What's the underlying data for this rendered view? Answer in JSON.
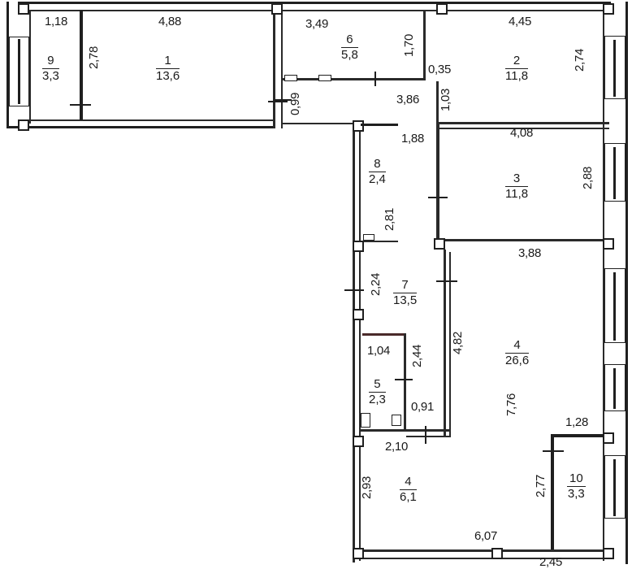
{
  "plan": {
    "rooms": [
      {
        "id": "room-1",
        "number": "1",
        "area": "13,6"
      },
      {
        "id": "room-2",
        "number": "2",
        "area": "11,8"
      },
      {
        "id": "room-3",
        "number": "3",
        "area": "11,8"
      },
      {
        "id": "room-4",
        "number": "4",
        "area": "26,6"
      },
      {
        "id": "room-4b",
        "number": "4",
        "area": "6,1"
      },
      {
        "id": "room-5",
        "number": "5",
        "area": "2,3"
      },
      {
        "id": "room-6",
        "number": "6",
        "area": "5,8"
      },
      {
        "id": "room-7",
        "number": "7",
        "area": "13,5"
      },
      {
        "id": "room-8",
        "number": "8",
        "area": "2,4"
      },
      {
        "id": "room-9",
        "number": "9",
        "area": "3,3"
      },
      {
        "id": "room-10",
        "number": "10",
        "area": "3,3"
      }
    ],
    "dimensions": {
      "d_1_18": "1,18",
      "d_4_88": "4,88",
      "d_2_78": "2,78",
      "d_3_49": "3,49",
      "d_1_70": "1,70",
      "d_4_45": "4,45",
      "d_2_74": "2,74",
      "d_0_35": "0,35",
      "d_0_99": "0,99",
      "d_3_86": "3,86",
      "d_1_03": "1,03",
      "d_1_88": "1,88",
      "d_4_08": "4,08",
      "d_2_88": "2,88",
      "d_2_81": "2,81",
      "d_3_88": "3,88",
      "d_2_24": "2,24",
      "d_4_82": "4,82",
      "d_1_04": "1,04",
      "d_2_44": "2,44",
      "d_0_91": "0,91",
      "d_7_76": "7,76",
      "d_1_28": "1,28",
      "d_2_10": "2,10",
      "d_2_93": "2,93",
      "d_2_77": "2,77",
      "d_6_07": "6,07",
      "d_bottom": "2,45"
    }
  }
}
